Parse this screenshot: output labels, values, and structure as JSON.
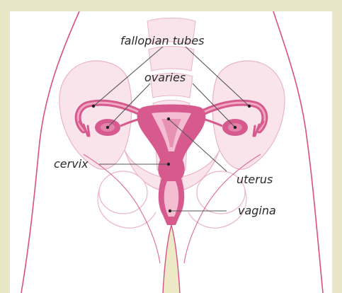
{
  "diagram": {
    "labels": {
      "fallopian_tubes": "fallopian tubes",
      "ovaries": "ovaries",
      "cervix": "cervix",
      "uterus": "uterus",
      "vagina": "vagina"
    },
    "colors": {
      "frame": "#e9e6c8",
      "background": "#ffffff",
      "body_outline": "#d94f86",
      "pelvis_fill": "#f8e4ea",
      "pelvis_stroke": "#eab4c6",
      "organ_fill": "#d65a8e",
      "organ_light": "#f0a8c4",
      "leader_line": "#555555"
    }
  }
}
